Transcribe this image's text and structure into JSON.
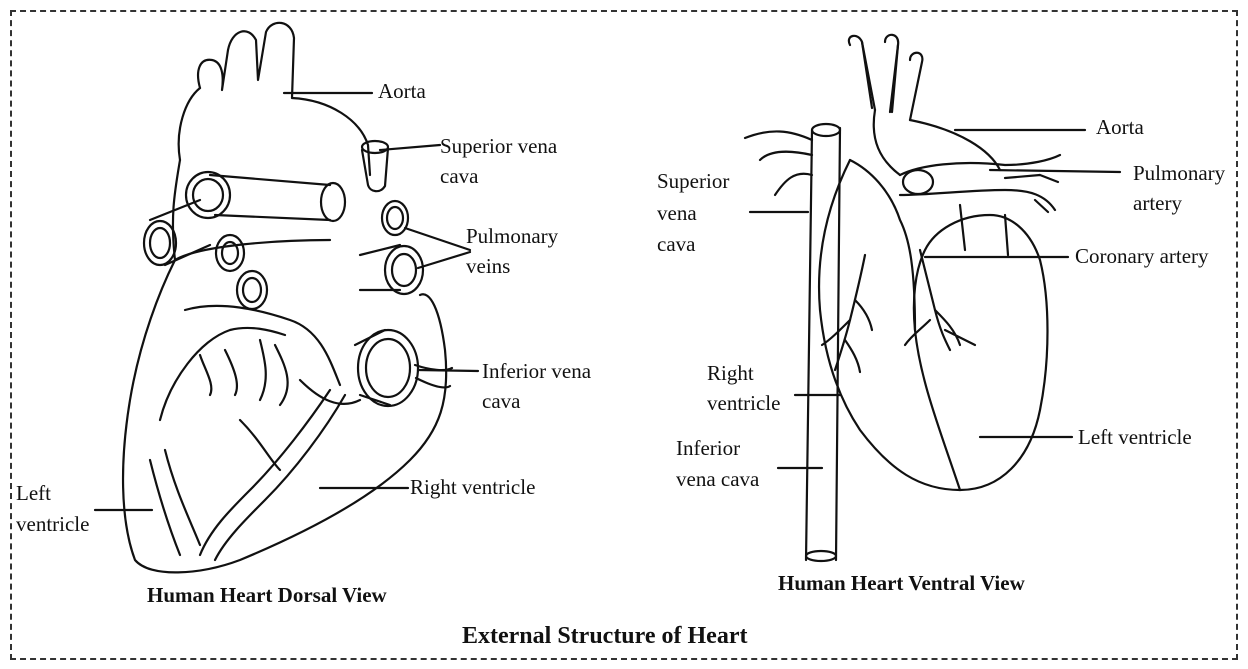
{
  "title": "External Structure of Heart",
  "dorsal": {
    "caption": "Human Heart Dorsal View",
    "labels": {
      "aorta": "Aorta",
      "svc_line1": "Superior vena",
      "svc_line2": "cava",
      "pv_line1": "Pulmonary",
      "pv_line2": "veins",
      "ivc_line1": "Inferior vena",
      "ivc_line2": "cava",
      "rv": "Right ventricle",
      "lv_line1": "Left",
      "lv_line2": "ventricle"
    }
  },
  "ventral": {
    "caption": "Human Heart Ventral View",
    "labels": {
      "aorta": "Aorta",
      "pa_line1": "Pulmonary",
      "pa_line2": "artery",
      "svc_line1": "Superior",
      "svc_line2": "vena",
      "svc_line3": "cava",
      "coronary": "Coronary artery",
      "rv_line1": "Right",
      "rv_line2": "ventricle",
      "ivc_line1": "Inferior",
      "ivc_line2": "vena cava",
      "lv": "Left ventricle"
    }
  }
}
